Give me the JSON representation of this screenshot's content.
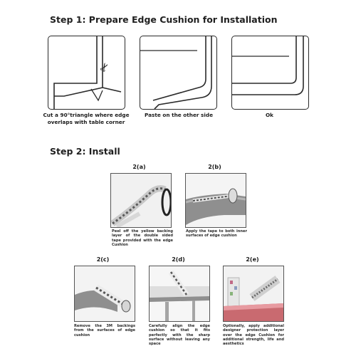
{
  "step1": {
    "title": "Step 1: Prepare Edge Cushion for Installation",
    "captions": [
      "Cut a 90°triangle where edge overlaps with table corner",
      "Paste on the other side",
      "Ok"
    ],
    "icons": [
      "scissors-icon"
    ]
  },
  "step2": {
    "title": "Step 2: Install",
    "panels": [
      {
        "label": "2(a)",
        "caption": "Peel off the yellow backing layer of the double sided tape provided with the edge Cushion"
      },
      {
        "label": "2(b)",
        "caption": "Apply the tape to both inner surfaces of edge cushion"
      },
      {
        "label": "2(c)",
        "caption": "Remove the 3M backings from the surfaces of edge cushion"
      },
      {
        "label": "2(d)",
        "caption": "Carefully align the edge cushion so that it fits perfectly with the sharp surface without leaving any space"
      },
      {
        "label": "2(e)",
        "caption": "Optionally, apply additional designer protection layer over the edge Cushion for additional strength, life and aesthetics"
      }
    ]
  },
  "colors": {
    "cushion": "#8f8f8f",
    "tape_stripe": "#4f4f4f",
    "tabletop_red": "#c96a70"
  }
}
